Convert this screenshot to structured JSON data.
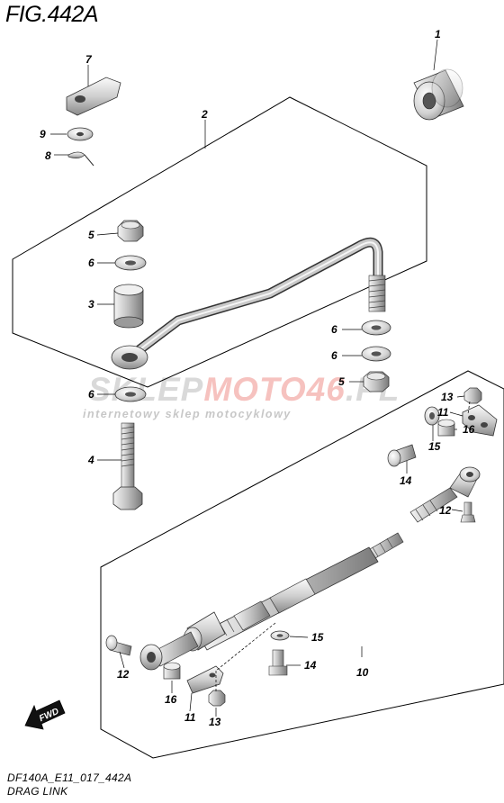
{
  "figure": {
    "title": "FIG.442A",
    "code": "DF140A_E11_017_442A",
    "name": "DRAG LINK"
  },
  "watermark": {
    "part_gray": "SKLEP",
    "part_red": "MOTO46",
    "suffix": ".PL",
    "tagline": "internetowy sklep motocyklowy"
  },
  "fwd_label": "FWD",
  "callouts": {
    "c1": "1",
    "c7": "7",
    "c9": "9",
    "c8": "8",
    "c2": "2",
    "c5a": "5",
    "c6a": "6",
    "c3": "3",
    "c6b": "6",
    "c6c": "6",
    "c6d": "6",
    "c5b": "5",
    "c4": "4",
    "c13a": "13",
    "c11a": "11",
    "c16a": "16",
    "c15a": "15",
    "c14a": "14",
    "c12a": "12",
    "c10": "10",
    "c15b": "15",
    "c14b": "14",
    "c12b": "12",
    "c16b": "16",
    "c11b": "11",
    "c13b": "13"
  }
}
